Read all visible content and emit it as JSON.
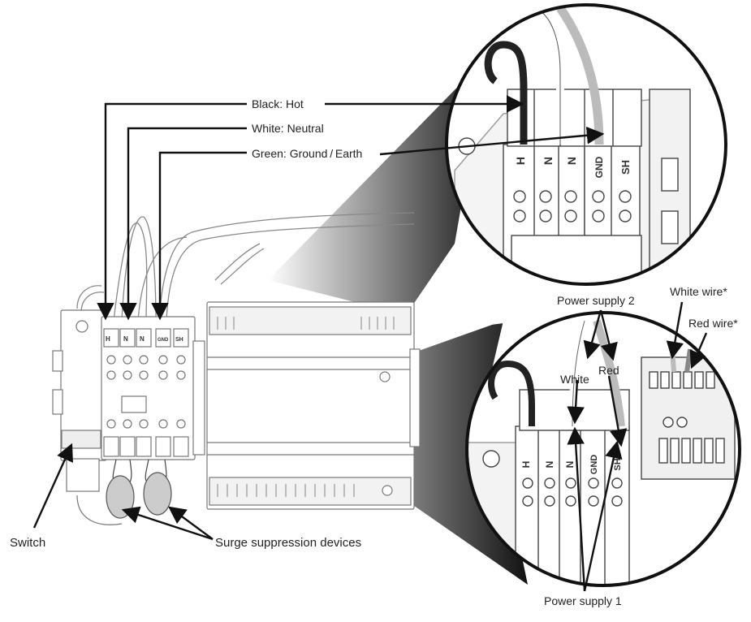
{
  "callouts": {
    "black_hot": "Black: Hot",
    "white_neutral": "White: Neutral",
    "green_ground": "Green: Ground / Earth",
    "switch": "Switch",
    "surge": "Surge suppression devices",
    "power_supply_2": "Power supply 2",
    "power_supply_1": "Power supply 1",
    "white": "White",
    "red": "Red",
    "white_wire": "White wire*",
    "red_wire": "Red wire*"
  },
  "terminal_labels": [
    "H",
    "N",
    "N",
    "GND",
    "SH"
  ]
}
